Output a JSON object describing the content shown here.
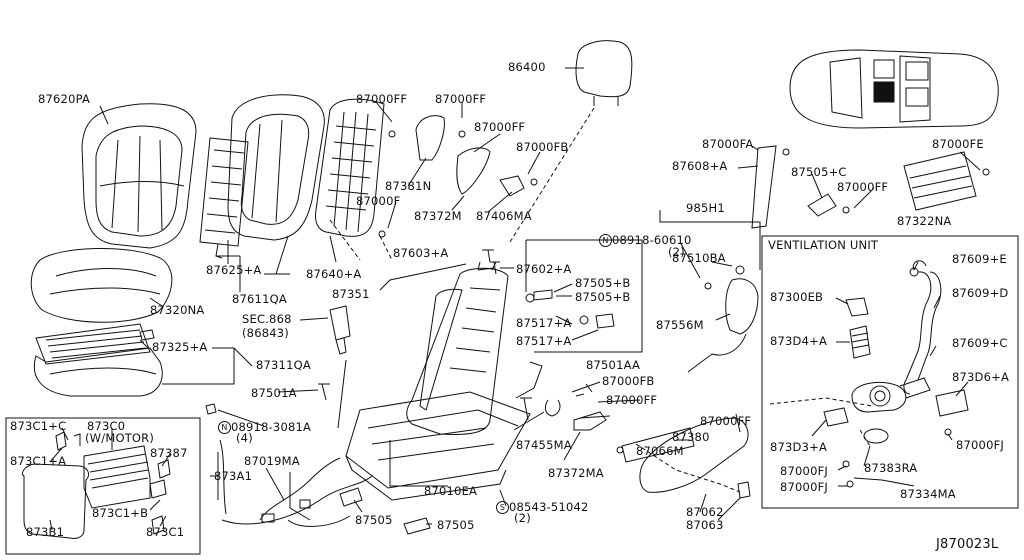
{
  "ventilation_title": "VENTILATION UNIT",
  "diagram_code": "J870023L",
  "labels": {
    "l87620PA": "87620PA",
    "l87000FF_a": "87000FF",
    "l87000FF_b": "87000FF",
    "l87000FF_c": "87000FF",
    "l87000FB_a": "87000FB",
    "l86400": "86400",
    "l87381N": "87381N",
    "l87000F": "87000F",
    "l87372M": "87372M",
    "l87406MA": "87406MA",
    "l87000FA": "87000FA",
    "l87608A": "87608+A",
    "l87505C": "87505+C",
    "l87000FF_d": "87000FF",
    "l87000FE": "87000FE",
    "l87322NA": "87322NA",
    "l985H1": "985H1",
    "lN08918_60610": "08918-60610",
    "lN08918_60610_q": "(2)",
    "l87603A": "87603+A",
    "l87602A": "87602+A",
    "l87510BA": "87510BA",
    "l87625A": "87625+A",
    "l87640A": "87640+A",
    "l87611QA": "87611QA",
    "l87351": "87351",
    "l87505B_a": "87505+B",
    "l87505B_b": "87505+B",
    "l87320NA": "87320NA",
    "lSEC868": "SEC.868",
    "lSEC868b": "(86843)",
    "l87517A_a": "87517+A",
    "l87556M": "87556M",
    "l87325A": "87325+A",
    "l87311QA": "87311QA",
    "l87517A_b": "87517+A",
    "l87501AA": "87501AA",
    "l87501A": "87501A",
    "l87000FB_b": "87000FB",
    "l87000FF_e": "87000FF",
    "l87000FF_f": "87000FF",
    "l873C1C": "873C1+C",
    "l873C0": "873C0",
    "l873C0b": "(W/MOTOR)",
    "l873C1A": "873C1+A",
    "l87387": "87387",
    "lN08918_3081A": "08918-3081A",
    "lN08918_3081A_q": "(4)",
    "l87455MA": "87455MA",
    "l87380": "87380",
    "l87066M": "87066M",
    "l873A1": "873A1",
    "l87019MA": "87019MA",
    "l87372MA": "87372MA",
    "l87010EA": "87010EA",
    "l873C1B": "873C1+B",
    "l873B1": "873B1",
    "l873C1": "873C1",
    "l87505_a": "87505",
    "l87505_b": "87505",
    "lS08543_51042": "08543-51042",
    "lS08543_51042_q": "(2)",
    "l87062": "87062",
    "l87063": "87063",
    "l87609E": "87609+E",
    "l87300EB": "87300EB",
    "l87609D": "87609+D",
    "l873D4A": "873D4+A",
    "l87609C": "87609+C",
    "l873D6A": "873D6+A",
    "l873D3A": "873D3+A",
    "l87000FJ_a": "87000FJ",
    "l87000FJ_b": "87000FJ",
    "l87383RA": "87383RA",
    "l87000FJ_c": "87000FJ",
    "l87334MA": "87334MA"
  }
}
